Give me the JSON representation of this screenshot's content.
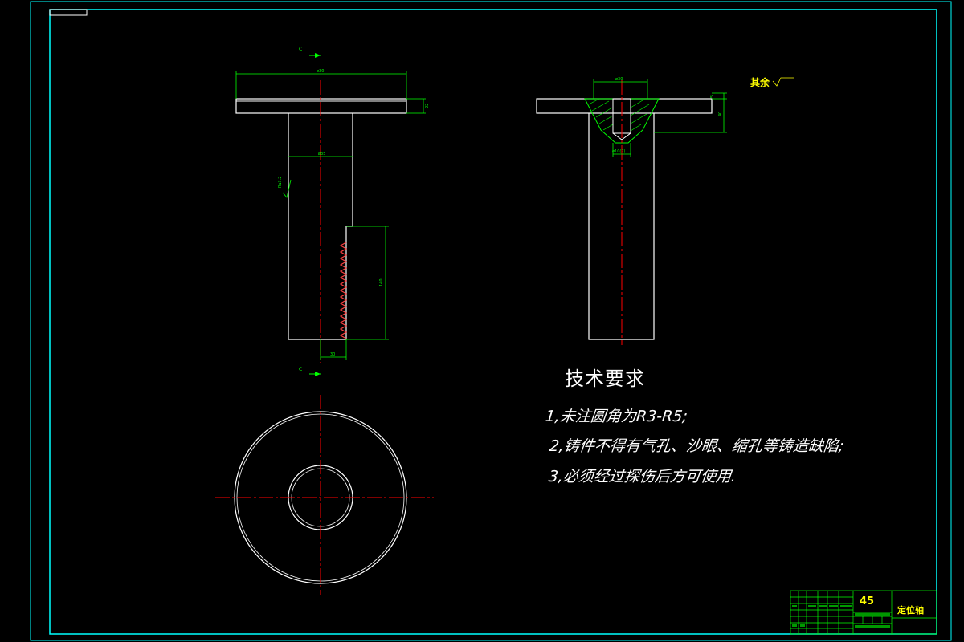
{
  "technical_requirements": {
    "title": "技术要求",
    "items": [
      "1,未注圆角为R3-R5;",
      "2,铸件不得有气孔、沙眼、缩孔等铸造缺陷;",
      "3,必须经过探伤后方可使用."
    ]
  },
  "roughness_note": "其余",
  "title_block": {
    "material": "45",
    "part_name": "定位轴"
  },
  "section_marks": [
    "C",
    "C"
  ],
  "colors": {
    "background": "#000000",
    "outline": "#ffffff",
    "frame": "#00ffff",
    "centerline": "#ff0000",
    "dimension": "#00ff00",
    "thread": "#ff4040",
    "annotation": "#ffff00"
  }
}
